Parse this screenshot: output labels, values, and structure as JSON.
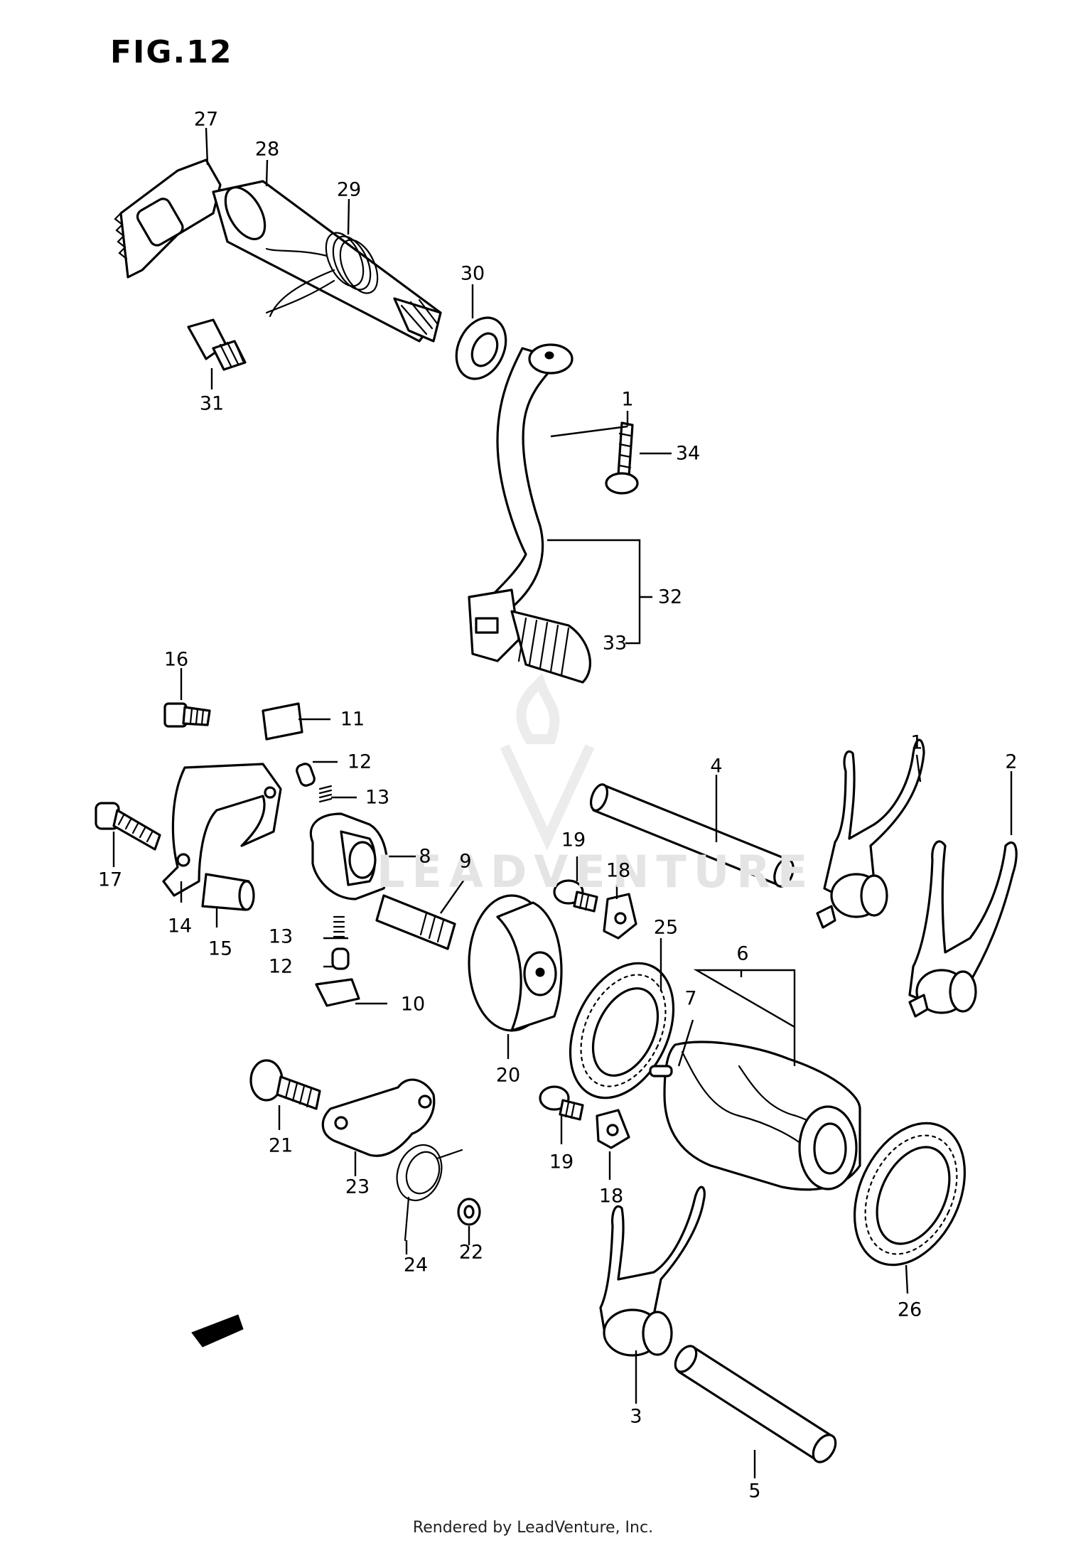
{
  "figure": {
    "title": "FIG.12",
    "footer": "Rendered by LeadVenture, Inc.",
    "watermark": "LEADVENTURE"
  },
  "callouts": [
    {
      "id": "c27",
      "label": "27"
    },
    {
      "id": "c28",
      "label": "28"
    },
    {
      "id": "c29",
      "label": "29"
    },
    {
      "id": "c30",
      "label": "30"
    },
    {
      "id": "c31",
      "label": "31"
    },
    {
      "id": "c1a",
      "label": "1"
    },
    {
      "id": "c34",
      "label": "34"
    },
    {
      "id": "c32",
      "label": "32"
    },
    {
      "id": "c33",
      "label": "33"
    },
    {
      "id": "c16",
      "label": "16"
    },
    {
      "id": "c11",
      "label": "11"
    },
    {
      "id": "c12a",
      "label": "12"
    },
    {
      "id": "c13a",
      "label": "13"
    },
    {
      "id": "c4",
      "label": "4"
    },
    {
      "id": "c1b",
      "label": "1"
    },
    {
      "id": "c2",
      "label": "2"
    },
    {
      "id": "c17",
      "label": "17"
    },
    {
      "id": "c14",
      "label": "14"
    },
    {
      "id": "c15",
      "label": "15"
    },
    {
      "id": "c8",
      "label": "8"
    },
    {
      "id": "c9",
      "label": "9"
    },
    {
      "id": "c19a",
      "label": "19"
    },
    {
      "id": "c18a",
      "label": "18"
    },
    {
      "id": "c25",
      "label": "25"
    },
    {
      "id": "c6",
      "label": "6"
    },
    {
      "id": "c7",
      "label": "7"
    },
    {
      "id": "c13b",
      "label": "13"
    },
    {
      "id": "c12b",
      "label": "12"
    },
    {
      "id": "c10",
      "label": "10"
    },
    {
      "id": "c20",
      "label": "20"
    },
    {
      "id": "c21",
      "label": "21"
    },
    {
      "id": "c23",
      "label": "23"
    },
    {
      "id": "c19b",
      "label": "19"
    },
    {
      "id": "c18b",
      "label": "18"
    },
    {
      "id": "c24",
      "label": "24"
    },
    {
      "id": "c22",
      "label": "22"
    },
    {
      "id": "c26",
      "label": "26"
    },
    {
      "id": "c3",
      "label": "3"
    },
    {
      "id": "c5",
      "label": "5"
    }
  ]
}
